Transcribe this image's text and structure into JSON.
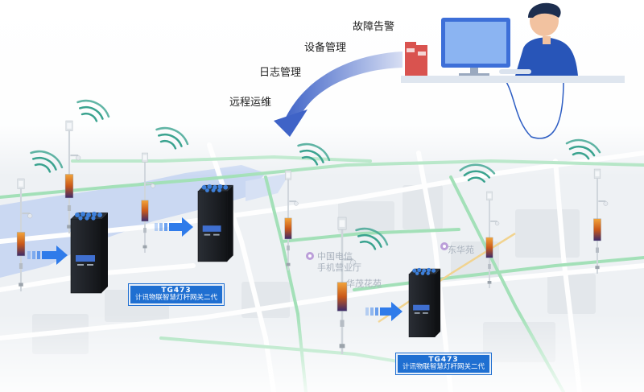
{
  "functions": {
    "fault_alarm": "故障告警",
    "device_mgmt": "设备管理",
    "log_mgmt": "日志管理",
    "remote_ops": "远程运维"
  },
  "map_labels": {
    "station_a": "中国电信",
    "station_b": "手机营业厅",
    "area_c": "东华苑",
    "area_d": "华茂花苑"
  },
  "gateway_a": {
    "model": "TG473",
    "desc": "计讯物联智慧灯杆网关二代"
  },
  "gateway_b": {
    "model": "TG473",
    "desc": "计讯物联智慧灯杆网关二代"
  },
  "colors": {
    "accent": "#1f6fd1",
    "arrow": "#2f6fd6",
    "route": "#8fd9a8"
  }
}
